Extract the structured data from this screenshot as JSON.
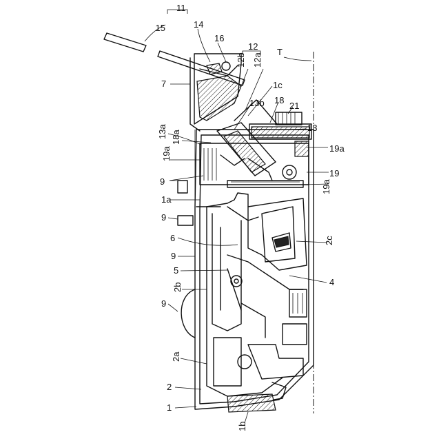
{
  "labels": {
    "l11": "11",
    "l15": "15",
    "l14": "14",
    "l16": "16",
    "l12": "12",
    "l12b": "12b",
    "l12a": "12a",
    "l7": "7",
    "lT": "T",
    "l1c": "1c",
    "l18": "18",
    "l21": "21",
    "l13b": "13b",
    "l13": "13",
    "l13a": "13a",
    "l18a": "18a",
    "l19a_top": "19a",
    "l19a_left": "19a",
    "l9_top": "9",
    "l19": "19",
    "l19a_mid": "19a",
    "l1a": "1a",
    "l9_mid": "9",
    "l6": "6",
    "l2c": "2c",
    "l9_low": "9",
    "l5": "5",
    "l4": "4",
    "l2b": "2b",
    "l9_bottom": "9",
    "l2a": "2a",
    "l2": "2",
    "l1": "1",
    "l1b": "1b"
  }
}
